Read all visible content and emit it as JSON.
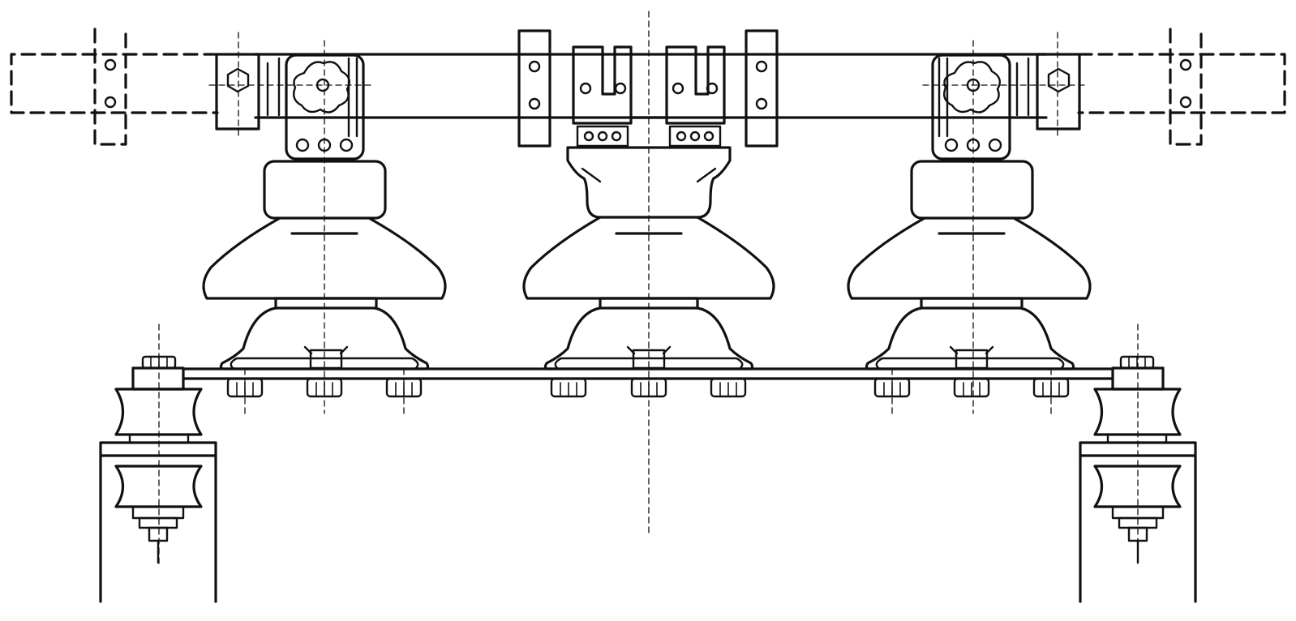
{
  "drawing": {
    "kind": "technical-line-drawing",
    "colors": {
      "line": "#111111",
      "background": "#ffffff"
    },
    "parts": {
      "side_insulators": 2,
      "central_insulator": 1,
      "mounting_bolts_per_insulator": 3,
      "busbar_clamps": 2,
      "support_blocks_on_bar": 2,
      "dashed_busbar_extensions": 2,
      "isolator_supports": 2
    }
  }
}
